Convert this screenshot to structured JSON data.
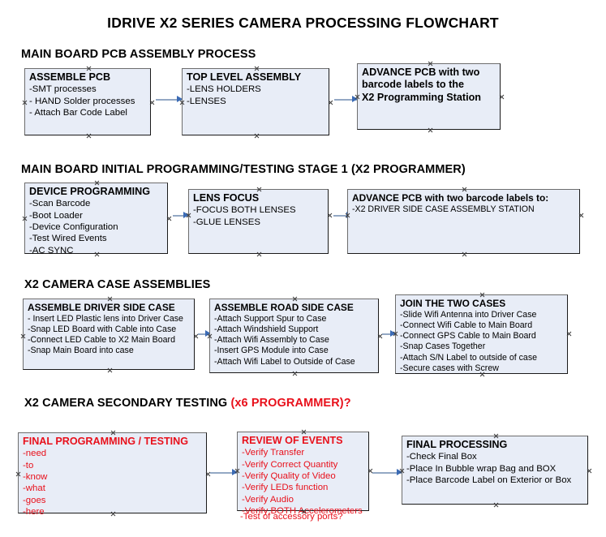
{
  "title": "IDRIVE X2  SERIES CAMERA PROCESSING FLOWCHART",
  "colors": {
    "node_fill": "#e8edf7",
    "node_border": "#2b2b2b",
    "arrow_line": "#93a8c4",
    "arrow_head": "#3b6bb5",
    "accent_red": "#e8101b",
    "text": "#000000"
  },
  "sections": [
    {
      "heading": "MAIN BOARD PCB ASSEMBLY PROCESS",
      "heading_accent": "",
      "nodes": [
        {
          "title": "ASSEMBLE PCB",
          "lines": [
            "-SMT processes",
            "- HAND Solder processes",
            "- Attach Bar Code Label"
          ]
        },
        {
          "title": "TOP LEVEL ASSEMBLY",
          "lines": [
            "-LENS HOLDERS",
            "-LENSES"
          ]
        },
        {
          "title": "ADVANCE PCB with two",
          "lines": [
            "barcode labels to the",
            " X2 Programming Station"
          ]
        }
      ]
    },
    {
      "heading": "MAIN BOARD INITIAL PROGRAMMING/TESTING STAGE 1 (X2 PROGRAMMER)",
      "heading_accent": "",
      "nodes": [
        {
          "title": "DEVICE PROGRAMMING",
          "lines": [
            "-Scan Barcode",
            "-Boot Loader",
            "-Device Configuration",
            "-Test Wired Events",
            "-AC SYNC"
          ]
        },
        {
          "title": "LENS FOCUS",
          "lines": [
            "-FOCUS BOTH LENSES",
            "-GLUE LENSES"
          ]
        },
        {
          "title": "ADVANCE PCB with two barcode labels to:",
          "lines": [
            "-X2 DRIVER  SIDE  CASE  ASSEMBLY STATION"
          ]
        }
      ]
    },
    {
      "heading": "X2 CAMERA CASE ASSEMBLIES",
      "heading_accent": "",
      "nodes": [
        {
          "title": "ASSEMBLE DRIVER SIDE CASE",
          "lines": [
            "- Insert LED Plastic lens into Driver Case",
            "-Snap LED Board with Cable into Case",
            "-Connect LED Cable to X2 Main Board",
            "-Snap Main Board into case"
          ]
        },
        {
          "title": "ASSEMBLE ROAD SIDE CASE",
          "lines": [
            "-Attach Support Spur to Case",
            "-Attach Windshield Support",
            "-Attach Wifi Assembly to Case",
            "-Insert GPS Module into Case",
            "-Attach Wifi Label to Outside of Case"
          ]
        },
        {
          "title": "JOIN THE TWO CASES",
          "lines": [
            "-Slide Wifi Antenna into Driver Case",
            "-Connect Wifi Cable to Main Board",
            "-Connect GPS Cable to Main Board",
            "-Snap Cases Together",
            "-Attach S/N Label to outside of case",
            "-Secure cases with Screw"
          ]
        }
      ]
    },
    {
      "heading": "X2 CAMERA SECONDARY TESTING ",
      "heading_accent": "(x6 PROGRAMMER)?",
      "nodes": [
        {
          "title": "FINAL PROGRAMMING / TESTING",
          "lines": [
            "-need",
            "-to",
            "-know",
            "-what",
            "-goes",
            "-here"
          ]
        },
        {
          "title": "REVIEW OF EVENTS",
          "lines": [
            "-Verify Transfer",
            "-Verify Correct Quantity",
            "-Verify Quality of Video",
            "-Verify LEDs function",
            "-Verify Audio",
            "-Verify BOTH Accelerometers"
          ],
          "overflow_line": "-Test of accessory ports?"
        },
        {
          "title": "FINAL PROCESSING",
          "lines": [
            " -Check Final Box",
            "-Place In Bubble wrap Bag and BOX",
            "-Place Barcode Label on Exterior or Box"
          ]
        }
      ]
    }
  ]
}
